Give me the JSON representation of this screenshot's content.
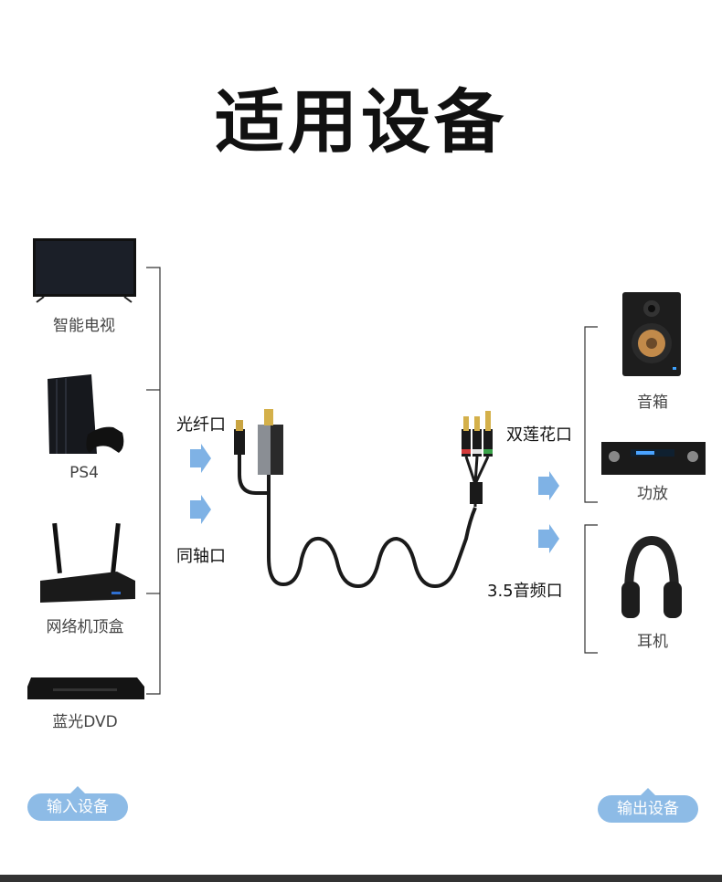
{
  "title": "适用设备",
  "input_devices": [
    {
      "label": "智能电视",
      "icon": "tv-icon"
    },
    {
      "label": "PS4",
      "icon": "game-console-icon"
    },
    {
      "label": "网络机顶盒",
      "icon": "router-icon"
    },
    {
      "label": "蓝光DVD",
      "icon": "dvd-player-icon"
    }
  ],
  "output_devices": [
    {
      "label": "音箱",
      "icon": "speaker-icon"
    },
    {
      "label": "功放",
      "icon": "amplifier-icon"
    },
    {
      "label": "耳机",
      "icon": "headphones-icon"
    }
  ],
  "ports": {
    "optical": "光纤口",
    "coaxial": "同轴口",
    "dual_rca": "双莲花口",
    "aux": "3.5音频口"
  },
  "input_tag": "输入设备",
  "output_tag": "输出设备",
  "colors": {
    "accent": "#8dbbe6",
    "arrow": "#7fb2e5",
    "bracket": "#333333"
  }
}
